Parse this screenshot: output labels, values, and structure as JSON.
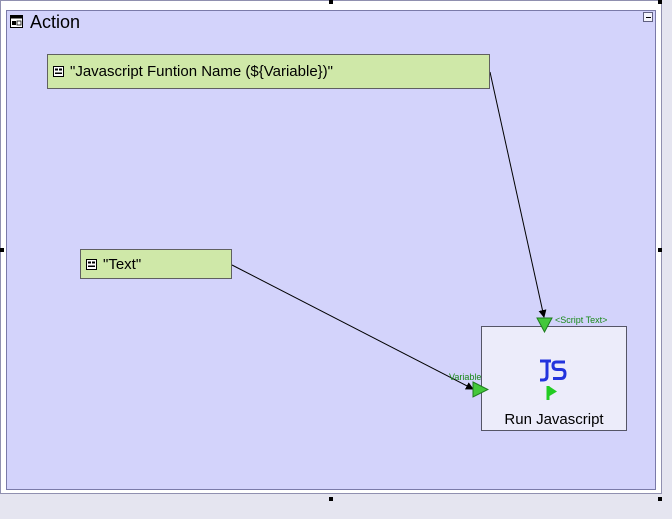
{
  "container": {
    "title": "Action",
    "icon": "action-container-icon"
  },
  "nodes": [
    {
      "text": "\"Javascript Funtion Name (${Variable})\"",
      "icon": "string-node-icon"
    },
    {
      "text": "\"Text\"",
      "icon": "string-node-icon"
    }
  ],
  "action_block": {
    "label": "Run Javascript",
    "icon": "javascript-icon",
    "ports": {
      "script": "<Script Text>",
      "variable": "Variable"
    }
  },
  "colors": {
    "canvas": "#d3d3fb",
    "string_node": "#cfe8a8",
    "port": "#43c83a",
    "port_label": "#1a8a1a",
    "js_icon": "#2233dd"
  }
}
